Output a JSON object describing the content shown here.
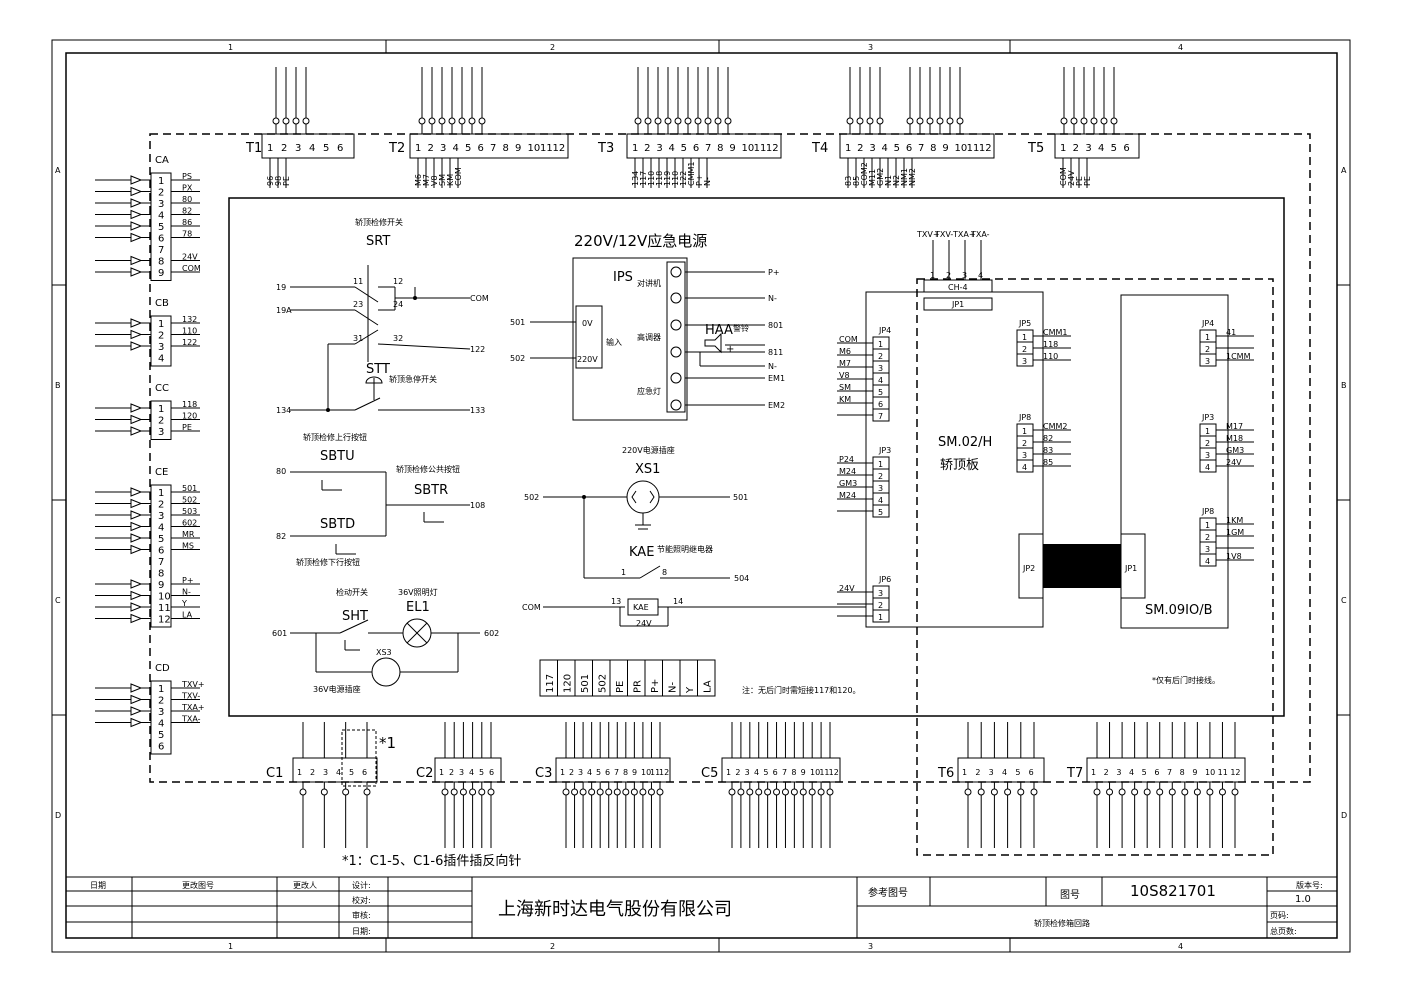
{
  "frame": {
    "col_labels": [
      "1",
      "2",
      "3",
      "4"
    ],
    "row_labels": [
      "A",
      "B",
      "C",
      "D"
    ]
  },
  "top_connectors": [
    {
      "label": "T1",
      "pins": [
        "1",
        "2",
        "3",
        "4",
        "5",
        "6"
      ],
      "wires": [
        "96",
        "98",
        "PE"
      ]
    },
    {
      "label": "T2",
      "pins": [
        "1",
        "2",
        "3",
        "4",
        "5",
        "6",
        "7",
        "8",
        "9",
        "10",
        "11",
        "12"
      ],
      "wires": [
        "M6",
        "M7",
        "V8",
        "SM",
        "KM",
        "COM"
      ]
    },
    {
      "label": "T3",
      "pins": [
        "1",
        "2",
        "3",
        "4",
        "5",
        "6",
        "7",
        "8",
        "9",
        "10",
        "11",
        "12"
      ],
      "wires": [
        "134",
        "117",
        "110",
        "118",
        "119",
        "110",
        "122",
        "CMM1",
        "P+",
        "N-"
      ]
    },
    {
      "label": "T4",
      "pins": [
        "1",
        "2",
        "3",
        "4",
        "5",
        "6",
        "7",
        "8",
        "9",
        "10",
        "11",
        "12"
      ],
      "wires": [
        "83",
        "85",
        "COM2",
        "M11",
        "GM2",
        "N1",
        "N2",
        "NM1",
        "NM2"
      ]
    },
    {
      "label": "T5",
      "pins": [
        "1",
        "2",
        "3",
        "4",
        "5",
        "6"
      ],
      "wires": [
        "COM",
        "24V",
        "PE",
        "PE"
      ]
    }
  ],
  "left_connectors": [
    {
      "label": "CA",
      "pins": [
        "1",
        "2",
        "3",
        "4",
        "5",
        "6",
        "7",
        "8",
        "9"
      ],
      "wires": [
        "PS",
        "PX",
        "80",
        "82",
        "86",
        "78",
        "",
        "24V",
        "COM"
      ]
    },
    {
      "label": "CB",
      "pins": [
        "1",
        "2",
        "3",
        "4"
      ],
      "wires": [
        "132",
        "110",
        "122",
        ""
      ]
    },
    {
      "label": "CC",
      "pins": [
        "1",
        "2",
        "3"
      ],
      "wires": [
        "118",
        "120",
        "PE"
      ]
    },
    {
      "label": "CE",
      "pins": [
        "1",
        "2",
        "3",
        "4",
        "5",
        "6",
        "7",
        "8",
        "9",
        "10",
        "11",
        "12"
      ],
      "wires": [
        "501",
        "502",
        "503",
        "602",
        "MR",
        "MS",
        "",
        "",
        "P+",
        "N-",
        "Y",
        "LA"
      ]
    },
    {
      "label": "CD",
      "pins": [
        "1",
        "2",
        "3",
        "4",
        "5",
        "6"
      ],
      "wires": [
        "TXV+",
        "TXV-",
        "TXA+",
        "TXA-",
        "",
        ""
      ]
    }
  ],
  "bottom_connectors": [
    {
      "label": "C1",
      "pins": [
        "1",
        "2",
        "3",
        "4",
        "5",
        "6"
      ]
    },
    {
      "label": "C2",
      "pins": [
        "1",
        "2",
        "3",
        "4",
        "5",
        "6"
      ]
    },
    {
      "label": "C3",
      "pins": [
        "1",
        "2",
        "3",
        "4",
        "5",
        "6",
        "7",
        "8",
        "9",
        "10",
        "11",
        "12"
      ]
    },
    {
      "label": "C5",
      "pins": [
        "1",
        "2",
        "3",
        "4",
        "5",
        "6",
        "7",
        "8",
        "9",
        "10",
        "11",
        "12"
      ]
    },
    {
      "label": "T6",
      "pins": [
        "1",
        "2",
        "3",
        "4",
        "5",
        "6"
      ]
    },
    {
      "label": "T7",
      "pins": [
        "1",
        "2",
        "3",
        "4",
        "5",
        "6",
        "7",
        "8",
        "9",
        "10",
        "11",
        "12"
      ]
    }
  ],
  "c1_marker": "*1",
  "c1_note": "*1：C1-5、C1-6插件插反向针",
  "switches": {
    "srt_title": "轿顶检修开关",
    "srt_label": "SRT",
    "stt_label": "STT",
    "stt_title": "轿顶急停开关",
    "sbtu_title": "轿顶检修上行按钮",
    "sbtu_label": "SBTU",
    "sbtr_title": "轿顶检修公共按钮",
    "sbtr_label": "SBTR",
    "sbtd_label": "SBTD",
    "sbtd_title": "轿顶检修下行按钮",
    "sht_title": "检动开关",
    "sht_label": "SHT",
    "el1_title": "36V照明灯",
    "el1_label": "EL1",
    "xs3_label": "XS3",
    "xs3_title": "36V电源插座",
    "wires": {
      "w19": "19",
      "w19a": "19A",
      "com": "COM",
      "n122": "122",
      "n134": "134",
      "n133": "133",
      "n80": "80",
      "n82": "82",
      "n108": "108",
      "n601": "601",
      "n602": "602",
      "n11": "11",
      "n12": "12",
      "n23": "23",
      "n24": "24",
      "n31": "31",
      "n32": "32"
    }
  },
  "ips": {
    "title": "220V/12V应急电源",
    "label": "IPS",
    "in_0v": "0V",
    "in_220v": "220V",
    "in_label": "输入",
    "in_501": "501",
    "in_502": "502",
    "out1": "对讲机",
    "out2": "高调器",
    "out3": "应急灯",
    "p_plus": "P+",
    "n_minus": "N-",
    "n801": "801",
    "n811": "811",
    "n_minus2": "N-",
    "em1": "EM1",
    "em2": "EM2",
    "haa_label": "HAA",
    "haa_title": "警铃",
    "plus": "+"
  },
  "socket": {
    "title": "220V电源插座",
    "label": "XS1",
    "n502": "502",
    "n501": "501"
  },
  "kae": {
    "label": "KAE",
    "title": "节能照明继电器",
    "n1": "1",
    "n8": "8",
    "n504": "504",
    "com": "COM",
    "n13": "13",
    "n14": "14",
    "box": "KAE",
    "n24v": "24V"
  },
  "jumper_row": [
    "117",
    "120",
    "501",
    "502",
    "PE",
    "PR",
    "P+",
    "N-",
    "Y",
    "LA"
  ],
  "note_door": "注：无后门时需短接117和120。",
  "sm02": {
    "title": "SM.02/H",
    "subtitle": "轿顶板",
    "top_wires": [
      "TXV+",
      "TXV-",
      "TXA+",
      "TXA-"
    ],
    "ch4_label": "CH-4",
    "jp1_label": "JP1",
    "ch4_pins": [
      "1",
      "2",
      "3",
      "4"
    ],
    "jp4_label": "JP4",
    "jp4_wires": [
      "COM",
      "M6",
      "M7",
      "V8",
      "SM",
      "KM",
      ""
    ],
    "jp4_pins": [
      "1",
      "2",
      "3",
      "4",
      "5",
      "6",
      "7"
    ],
    "jp3_label": "JP3",
    "jp3_wires": [
      "P24",
      "M24",
      "GM3",
      "M24",
      ""
    ],
    "jp3_pins": [
      "1",
      "2",
      "3",
      "4",
      "5"
    ],
    "jp6_label": "JP6",
    "jp6_wires": [
      "24V",
      ""
    ],
    "jp6_pins": [
      "3",
      "2",
      "1"
    ],
    "jp5_label": "JP5",
    "jp5_wires": [
      "CMM1",
      "118",
      "110"
    ],
    "jp5_pins": [
      "1",
      "2",
      "3"
    ],
    "jp8_label": "JP8",
    "jp8_wires": [
      "CMM2",
      "82",
      "83",
      "85"
    ],
    "jp8_pins": [
      "1",
      "2",
      "3",
      "4"
    ],
    "jp2_label": "JP2"
  },
  "sm09": {
    "title": "SM.09IO/B",
    "jp1_label": "JP1",
    "jp4_label": "JP4",
    "jp4_wires": [
      "41",
      "",
      "1CMM"
    ],
    "jp4_pins": [
      "1",
      "2",
      "3"
    ],
    "jp3_label": "JP3",
    "jp3_wires": [
      "M17",
      "M18",
      "GM3",
      "24V"
    ],
    "jp3_pins": [
      "1",
      "2",
      "3",
      "4"
    ],
    "jp8_label": "JP8",
    "jp8_wires": [
      "1KM",
      "1GM",
      "",
      "1V8"
    ],
    "jp8_pins": [
      "1",
      "2",
      "3",
      "4"
    ],
    "note": "*仅有后门时接线。"
  },
  "title_block": {
    "h_date": "日期",
    "h_change_no": "更改图号",
    "h_changer": "更改人",
    "design": "设计:",
    "check": "校对:",
    "review": "审核:",
    "date": "日期:",
    "company": "上海新时达电气股份有限公司",
    "ref_drawing": "参考图号",
    "drawing_no_label": "图号",
    "drawing_no": "10S821701",
    "drawing_title": "轿顶检修箱回路",
    "version_label": "版本号:",
    "version": "1.0",
    "page_label": "页码:",
    "total_pages_label": "总页数:"
  }
}
